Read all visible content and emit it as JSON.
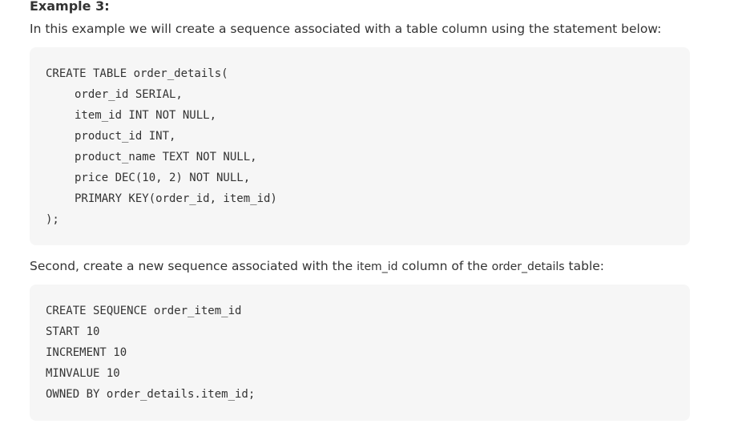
{
  "heading": "Example 3:",
  "intro": "In this example we will create a sequence associated with a table column using the statement below:",
  "code_block_1": [
    {
      "text": "CREATE TABLE order_details(",
      "indent": false
    },
    {
      "text": "order_id SERIAL,",
      "indent": true
    },
    {
      "text": "item_id INT NOT NULL,",
      "indent": true
    },
    {
      "text": "product_id INT,",
      "indent": true
    },
    {
      "text": "product_name TEXT NOT NULL,",
      "indent": true
    },
    {
      "text": "price DEC(10, 2) NOT NULL,",
      "indent": true
    },
    {
      "text": "PRIMARY KEY(order_id, item_id)",
      "indent": true
    },
    {
      "text": ");",
      "indent": false
    }
  ],
  "second": {
    "prefix": "Second, create a new sequence associated with the ",
    "code1": "item_id",
    "middle": " column of the ",
    "code2": "order_details",
    "suffix": " table:"
  },
  "code_block_2": [
    {
      "text": "CREATE SEQUENCE order_item_id",
      "indent": false
    },
    {
      "text": "START 10",
      "indent": false
    },
    {
      "text": "INCREMENT 10",
      "indent": false
    },
    {
      "text": "MINVALUE 10",
      "indent": false
    },
    {
      "text": "OWNED BY order_details.item_id;",
      "indent": false
    }
  ]
}
